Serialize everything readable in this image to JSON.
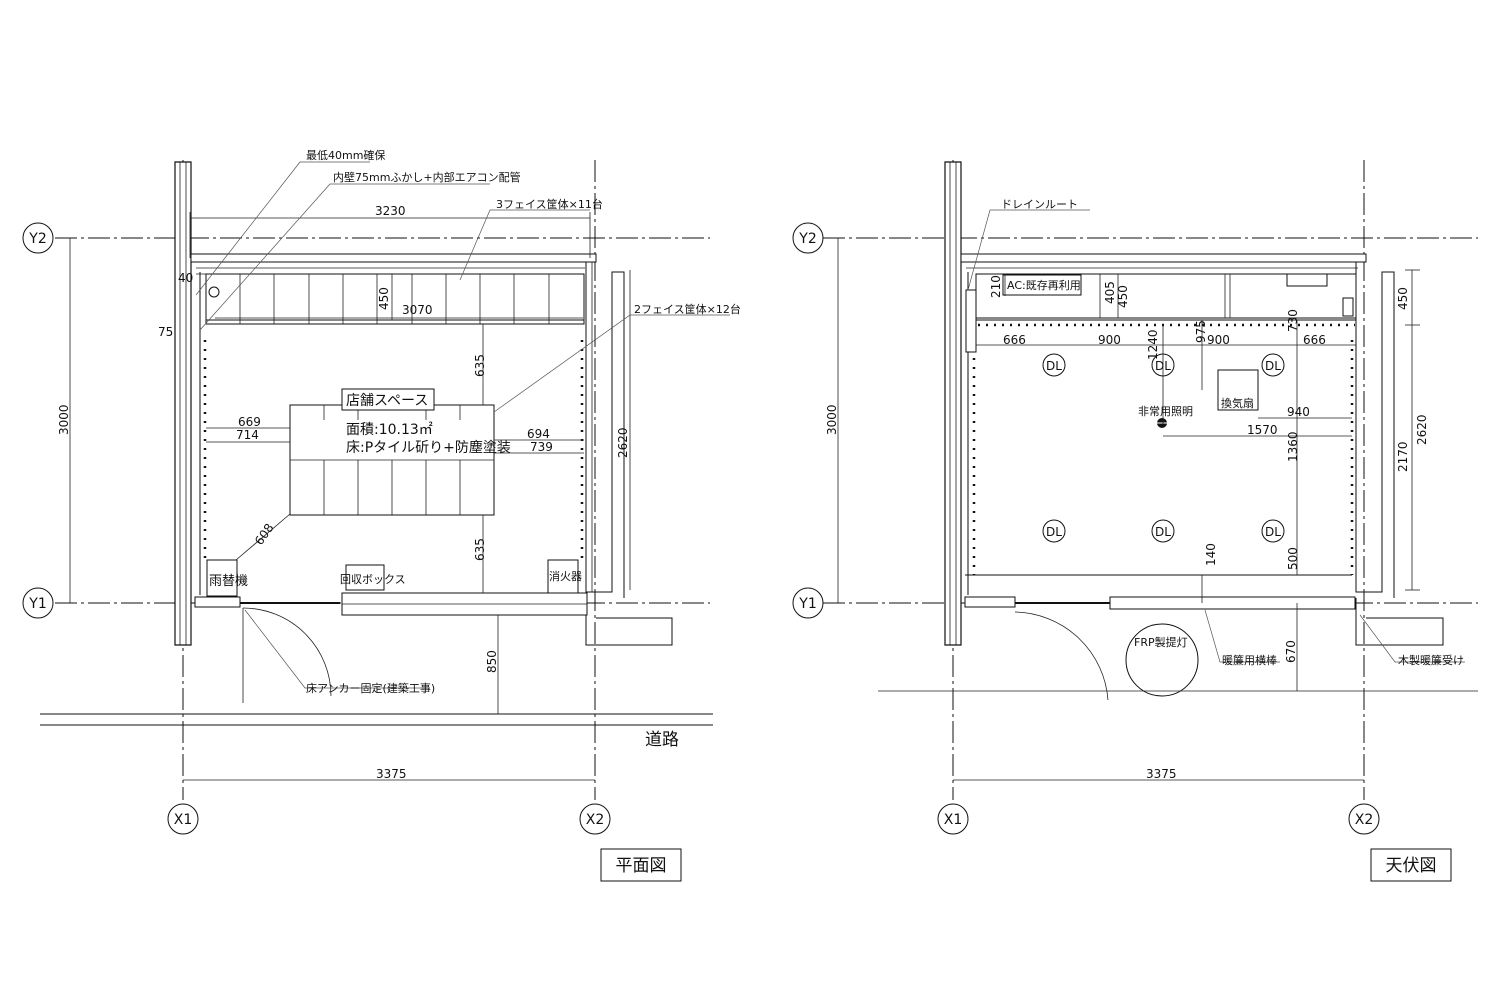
{
  "grid": {
    "y_top": "Y2",
    "y_bottom": "Y1",
    "x_left": "X1",
    "x_right": "X2"
  },
  "plan": {
    "title": "平面図",
    "road": "道路",
    "labels": {
      "min_gap": "最低40mm確保",
      "inner_wall": "内壁75mmふかし+内部エアコン配管",
      "shelf3": "3フェイス筐体×11台",
      "shelf2": "2フェイス筐体×12台",
      "store_space": "店舗スペース",
      "area": "面積:10.13㎡",
      "floor": "床:Pタイル斫り+防塵塗装",
      "umbrella": "雨替機",
      "collection_box": "回収ボックス",
      "extinguisher": "消火器",
      "floor_anchor": "床アンカー固定(建築工事)"
    },
    "dims": {
      "d3230": "3230",
      "d3070": "3070",
      "d450": "450",
      "d40": "40",
      "d75": "75",
      "d635a": "635",
      "d669": "669",
      "d714": "714",
      "d694": "694",
      "d739": "739",
      "d2620": "2620",
      "d3000": "3000",
      "d608": "608",
      "d635b": "635",
      "d850": "850",
      "d3375": "3375"
    }
  },
  "ceiling": {
    "title": "天伏図",
    "labels": {
      "drain": "ドレインルート",
      "ac": "AC:既存再利用",
      "fan": "換気扇",
      "emergency": "非常用照明",
      "frp": "FRP製提灯",
      "curtain_rod": "暖簾用横棒",
      "curtain_holder": "木製暖簾受け",
      "downlight": "DL"
    },
    "dims": {
      "d210": "210",
      "d405": "405",
      "d450a": "450",
      "d450b": "450",
      "d666a": "666",
      "d900a": "900",
      "d1240": "1240",
      "d975": "975",
      "d900b": "900",
      "d730": "730",
      "d666b": "666",
      "d940": "940",
      "d1570": "1570",
      "d1360": "1360",
      "d2170": "2170",
      "d2620": "2620",
      "d3000": "3000",
      "d140": "140",
      "d500": "500",
      "d670": "670",
      "d3375": "3375"
    }
  }
}
